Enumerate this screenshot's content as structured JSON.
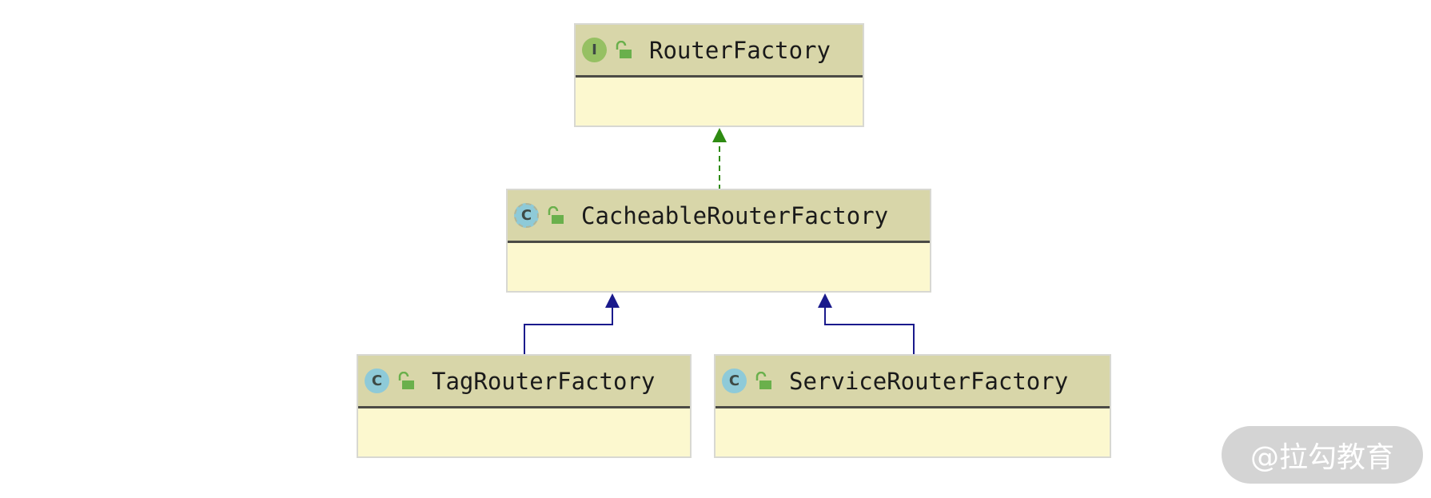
{
  "classes": {
    "router_factory": {
      "kind": "interface",
      "kind_glyph": "I",
      "visibility_icon": "public-lock-open-icon",
      "name": "RouterFactory"
    },
    "cacheable_router_factory": {
      "kind": "abstract-class",
      "kind_glyph": "C",
      "visibility_icon": "public-lock-open-icon",
      "name": "CacheableRouterFactory"
    },
    "tag_router_factory": {
      "kind": "class",
      "kind_glyph": "C",
      "visibility_icon": "public-lock-open-icon",
      "name": "TagRouterFactory"
    },
    "service_router_factory": {
      "kind": "class",
      "kind_glyph": "C",
      "visibility_icon": "public-lock-open-icon",
      "name": "ServiceRouterFactory"
    }
  },
  "relations": [
    {
      "type": "implements",
      "from": "CacheableRouterFactory",
      "to": "RouterFactory",
      "style": "dashed",
      "color": "#2e8b12"
    },
    {
      "type": "extends",
      "from": "TagRouterFactory",
      "to": "CacheableRouterFactory",
      "style": "solid",
      "color": "#1a1a8c"
    },
    {
      "type": "extends",
      "from": "ServiceRouterFactory",
      "to": "CacheableRouterFactory",
      "style": "solid",
      "color": "#1a1a8c"
    }
  ],
  "colors": {
    "header": "#d8d6a9",
    "body": "#fcf8cf",
    "interface_icon": "#96c063",
    "class_icon": "#8ecad8",
    "lock_icon": "#6ab04c"
  },
  "watermark": {
    "text": "@拉勾教育"
  }
}
